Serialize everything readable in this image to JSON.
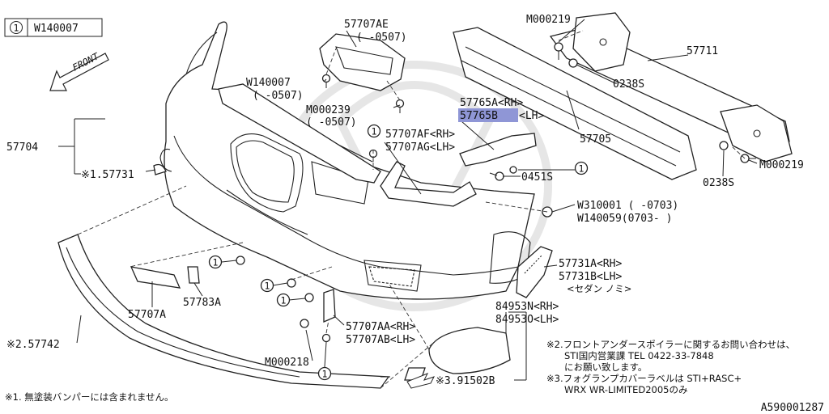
{
  "header": {
    "index": "1",
    "code": "W140007"
  },
  "front_label": "FRONT",
  "parts": {
    "p57707AE": "57707AE",
    "p57707AE_range": "(   -0507)",
    "pM000219_top": "M000219",
    "p57711": "57711",
    "p0238S_top": "0238S",
    "pW140007": "W140007",
    "pW140007_range": "(   -0507)",
    "pM000239": "M000239",
    "pM000239_range": "(   -0507)",
    "p57765A": "57765A<RH>",
    "p57765B": "57765B",
    "p57765B_side": "<LH>",
    "p57707AF": "57707AF<RH>",
    "p57707AG": "57707AG<LH>",
    "p57705": "57705",
    "p57704": "57704",
    "p57731_ref": "※1.57731",
    "p0451S": "0451S",
    "p0238S_right": "0238S",
    "pM000219_right": "M000219",
    "pW310001": "W310001 (    -0703)",
    "pW140059": "W140059(0703-    )",
    "p57731A": "57731A<RH>",
    "p57731B": "57731B<LH>",
    "p57731_note": "<セダン ノミ>",
    "p57707A": "57707A",
    "p57783A": "57783A",
    "p84953N": "84953N<RH>",
    "p84953O": "84953O<LH>",
    "p57707AA": "57707AA<RH>",
    "p57707AB": "57707AB<LH>",
    "p57742_ref": "※2.57742",
    "pM000218": "M000218",
    "p91502B_ref": "※3.91502B"
  },
  "callout": "1",
  "notes": {
    "n2_line1": "※2.フロントアンダースポイラーに関するお問い合わせは、",
    "n2_line2": "STI国内営業課  TEL 0422-33-7848",
    "n2_line3": "にお願い致します。",
    "n3_line1": "※3.フォグランプカバーラベルは  STI+RASC+",
    "n3_line2": "WRX WR-LIMITED2005のみ",
    "n1": "※1. 無塗装バンパーには含まれません。"
  },
  "diagram_id": "A590001287",
  "colors": {
    "highlight": "#8f96d6",
    "line": "#222222",
    "watermark": "#e6e6e6"
  }
}
